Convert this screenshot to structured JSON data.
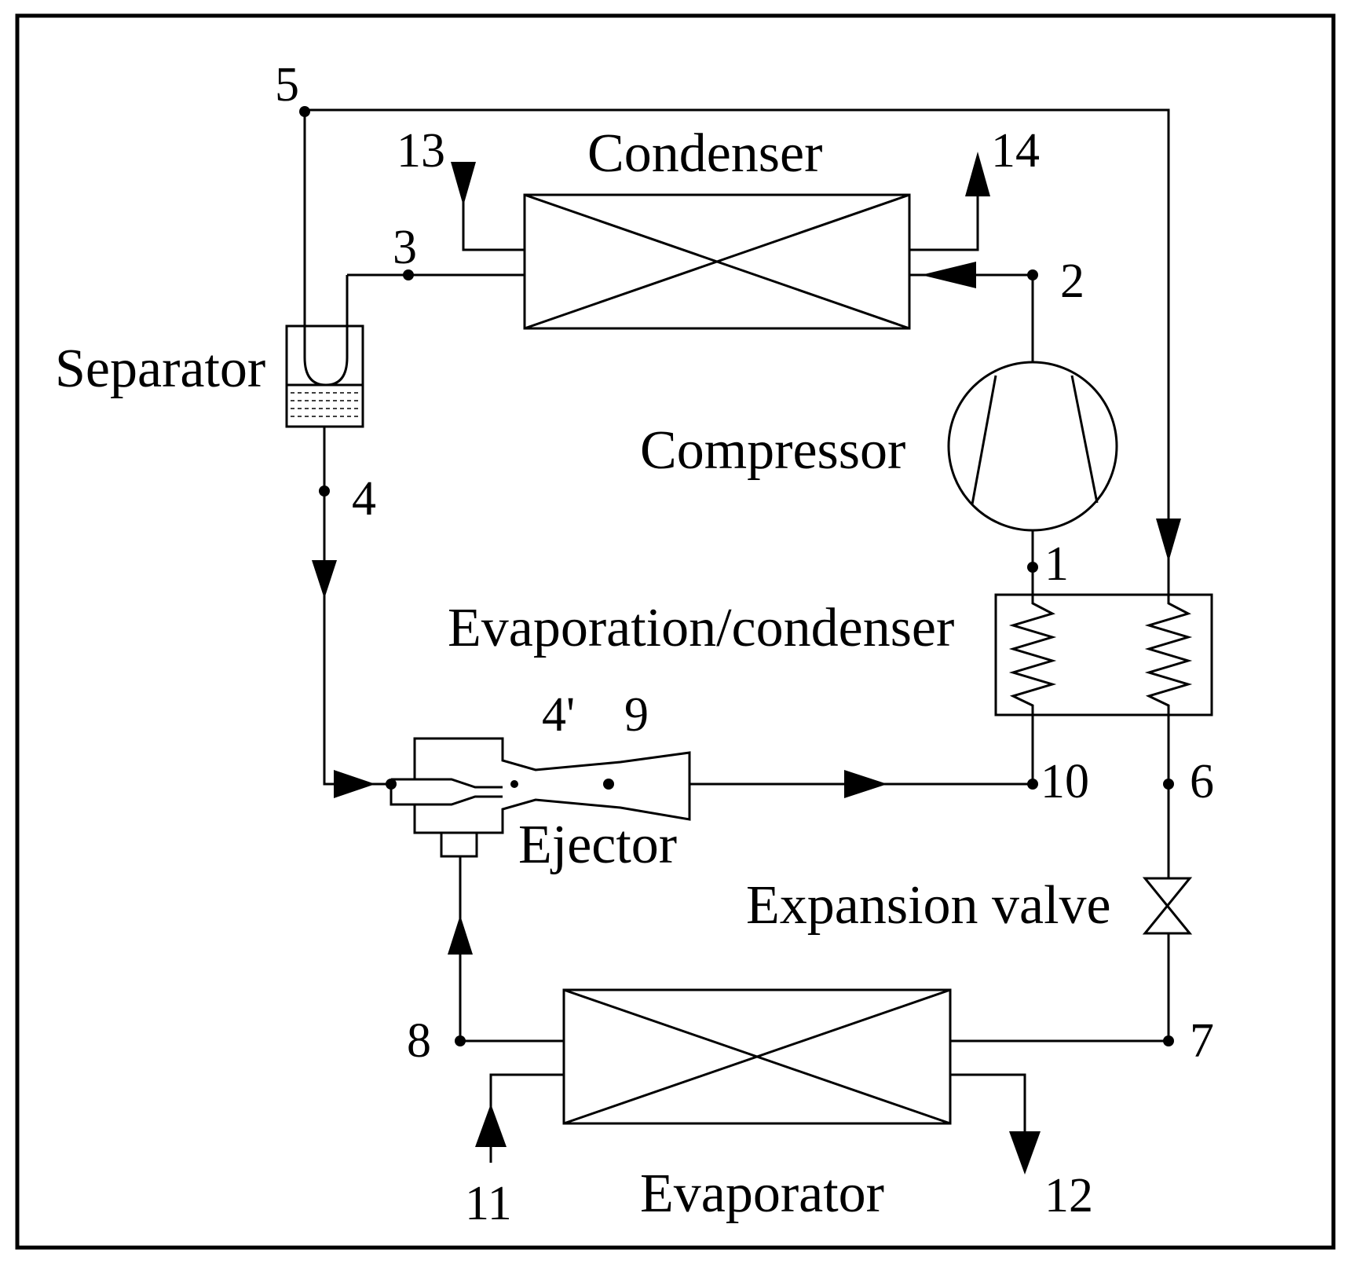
{
  "components": {
    "condenser": "Condenser",
    "separator": "Separator",
    "compressor": "Compressor",
    "evap_condenser": "Evaporation/condenser",
    "ejector": "Ejector",
    "expansion_valve": "Expansion valve",
    "evaporator": "Evaporator"
  },
  "points": {
    "p1": "1",
    "p2": "2",
    "p3": "3",
    "p4": "4",
    "p4prime": "4'",
    "p5": "5",
    "p6": "6",
    "p7": "7",
    "p8": "8",
    "p9": "9",
    "p10": "10",
    "p11": "11",
    "p12": "12",
    "p13": "13",
    "p14": "14"
  }
}
